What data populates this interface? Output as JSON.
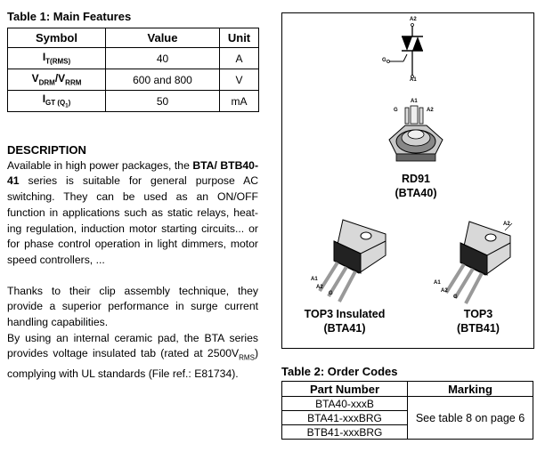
{
  "table1": {
    "title": "Table 1: Main Features",
    "headers": [
      "Symbol",
      "Value",
      "Unit"
    ],
    "rows": [
      {
        "sym_main": "I",
        "sym_sub": "T(RMS)",
        "value": "40",
        "unit": "A"
      },
      {
        "sym_main": "V",
        "sym_sub": "DRM",
        "sym_sep": "/V",
        "sym_sub2": "RRM",
        "value": "600 and 800",
        "unit": "V"
      },
      {
        "sym_main": "I",
        "sym_sub": "GT (Q",
        "sym_subsub": "1",
        "sym_tail": ")",
        "value": "50",
        "unit": "mA"
      }
    ]
  },
  "description": {
    "title": "DESCRIPTION",
    "p1_a": "Available in high power packages, the ",
    "p1_bold": "BTA/ BTB40-41",
    "p1_b": " series is suitable for general purpose AC switching. They can be used as an ON/OFF function in applications such as static relays, heat-ing regulation, induction motor starting circuits... or for phase control operation in light dimmers, motor speed controllers, ...",
    "p2": "Thanks to their clip assembly technique, they provide a superior performance in surge current handling capabilities.",
    "p3_a": "By using an internal ceramic pad, the BTA series provides voltage insulated tab (rated at 2500V",
    "p3_sub": "RMS",
    "p3_b": ") complying with UL standards (File ref.: E81734)."
  },
  "packages": {
    "symbol_pins": {
      "a2": "A2",
      "g": "G",
      "a1": "A1"
    },
    "rd91": {
      "name": "RD91",
      "part": "(BTA40)",
      "pins": {
        "a1": "A1",
        "g": "G",
        "a2": "A2"
      }
    },
    "top3_ins": {
      "name": "TOP3 Insulated",
      "part": "(BTA41)",
      "pins": {
        "a1": "A1",
        "a2": "A2",
        "g": "G"
      }
    },
    "top3": {
      "name": "TOP3",
      "part": "(BTB41)",
      "pins": {
        "a2_tab": "A2",
        "a1": "A1",
        "a2": "A2",
        "g": "G"
      }
    }
  },
  "table2": {
    "title": "Table 2: Order Codes",
    "headers": [
      "Part Number",
      "Marking"
    ],
    "parts": [
      "BTA40-xxxB",
      "BTA41-xxxBRG",
      "BTB41-xxxBRG"
    ],
    "marking": "See table 8 on page 6"
  }
}
